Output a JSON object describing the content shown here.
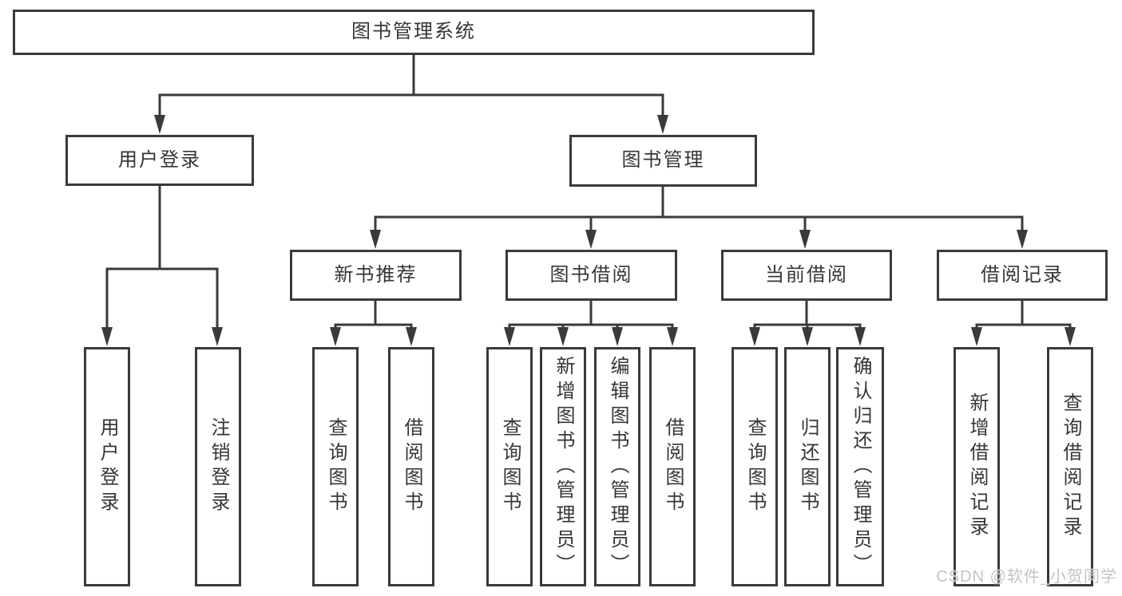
{
  "tree": {
    "root": {
      "label": "图书管理系统"
    },
    "branches": [
      {
        "label": "用户登录",
        "leaves": [
          {
            "label": "用户登录"
          },
          {
            "label": "注销登录"
          }
        ]
      },
      {
        "label": "图书管理",
        "groups": [
          {
            "label": "新书推荐",
            "leaves": [
              {
                "label": "查询图书"
              },
              {
                "label": "借阅图书"
              }
            ]
          },
          {
            "label": "图书借阅",
            "leaves": [
              {
                "label": "查询图书"
              },
              {
                "label": "新增图书（管理员）"
              },
              {
                "label": "编辑图书（管理员）"
              },
              {
                "label": "借阅图书"
              }
            ]
          },
          {
            "label": "当前借阅",
            "leaves": [
              {
                "label": "查询图书"
              },
              {
                "label": "归还图书"
              },
              {
                "label": "确认归还（管理员）"
              }
            ]
          },
          {
            "label": "借阅记录",
            "leaves": [
              {
                "label": "新增借阅记录"
              },
              {
                "label": "查询借阅记录"
              }
            ]
          }
        ]
      }
    ]
  },
  "watermark": {
    "text": "CSDN @软件_小贺同学"
  },
  "colors": {
    "line": "#3a3a3a",
    "text": "#363636",
    "watermark": "#c4c4c4",
    "background": "#ffffff"
  }
}
